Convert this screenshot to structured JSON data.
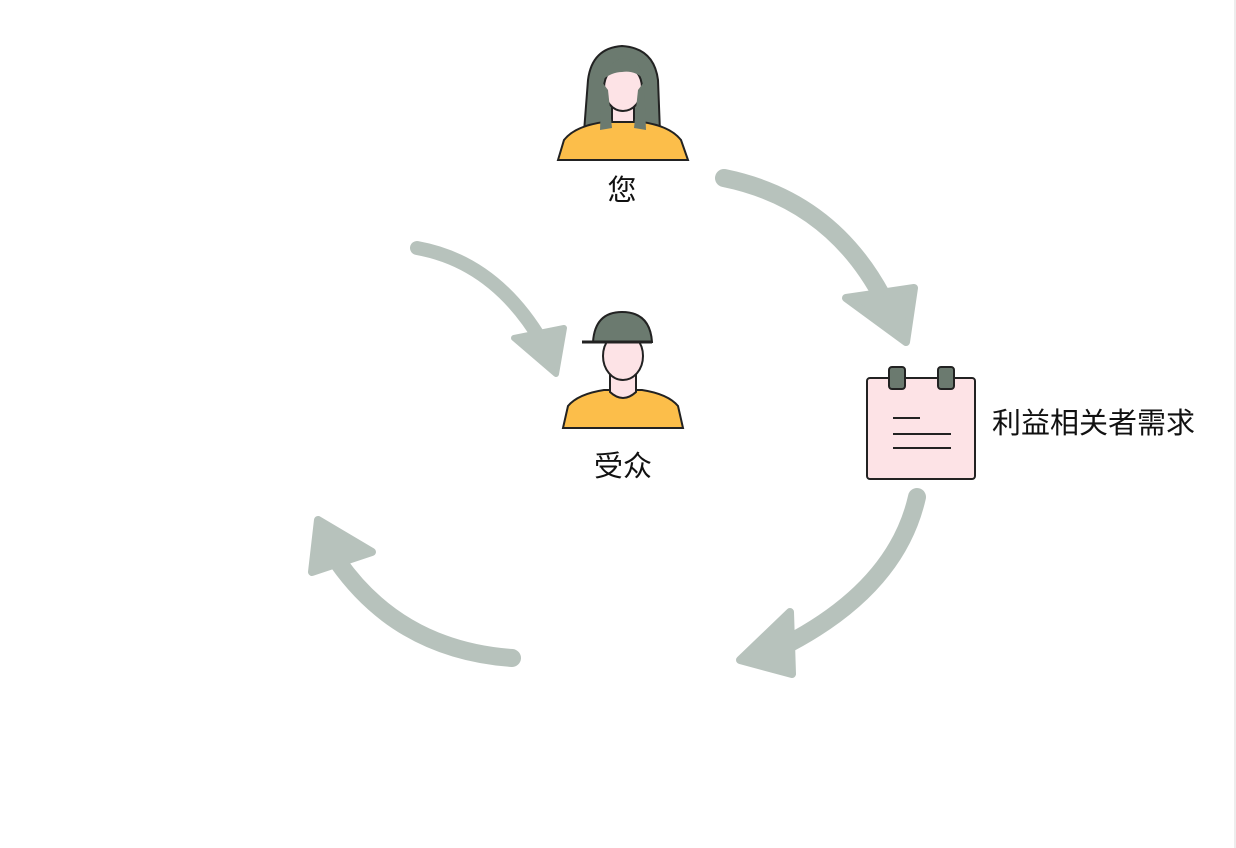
{
  "nodes": {
    "you": {
      "label": "您",
      "icon": "woman-person-icon"
    },
    "audience": {
      "label": "受众",
      "icon": "person-with-cap-icon"
    },
    "stakeholder_needs": {
      "label": "利益相关者需求",
      "icon": "notepad-icon"
    }
  },
  "colors": {
    "arrow": "#b7c2bc",
    "hair": "#6b7a6f",
    "shirt": "#fcbe4a",
    "skin": "#fde3e6",
    "notepad": "#fde3e6",
    "outline": "#222222"
  }
}
